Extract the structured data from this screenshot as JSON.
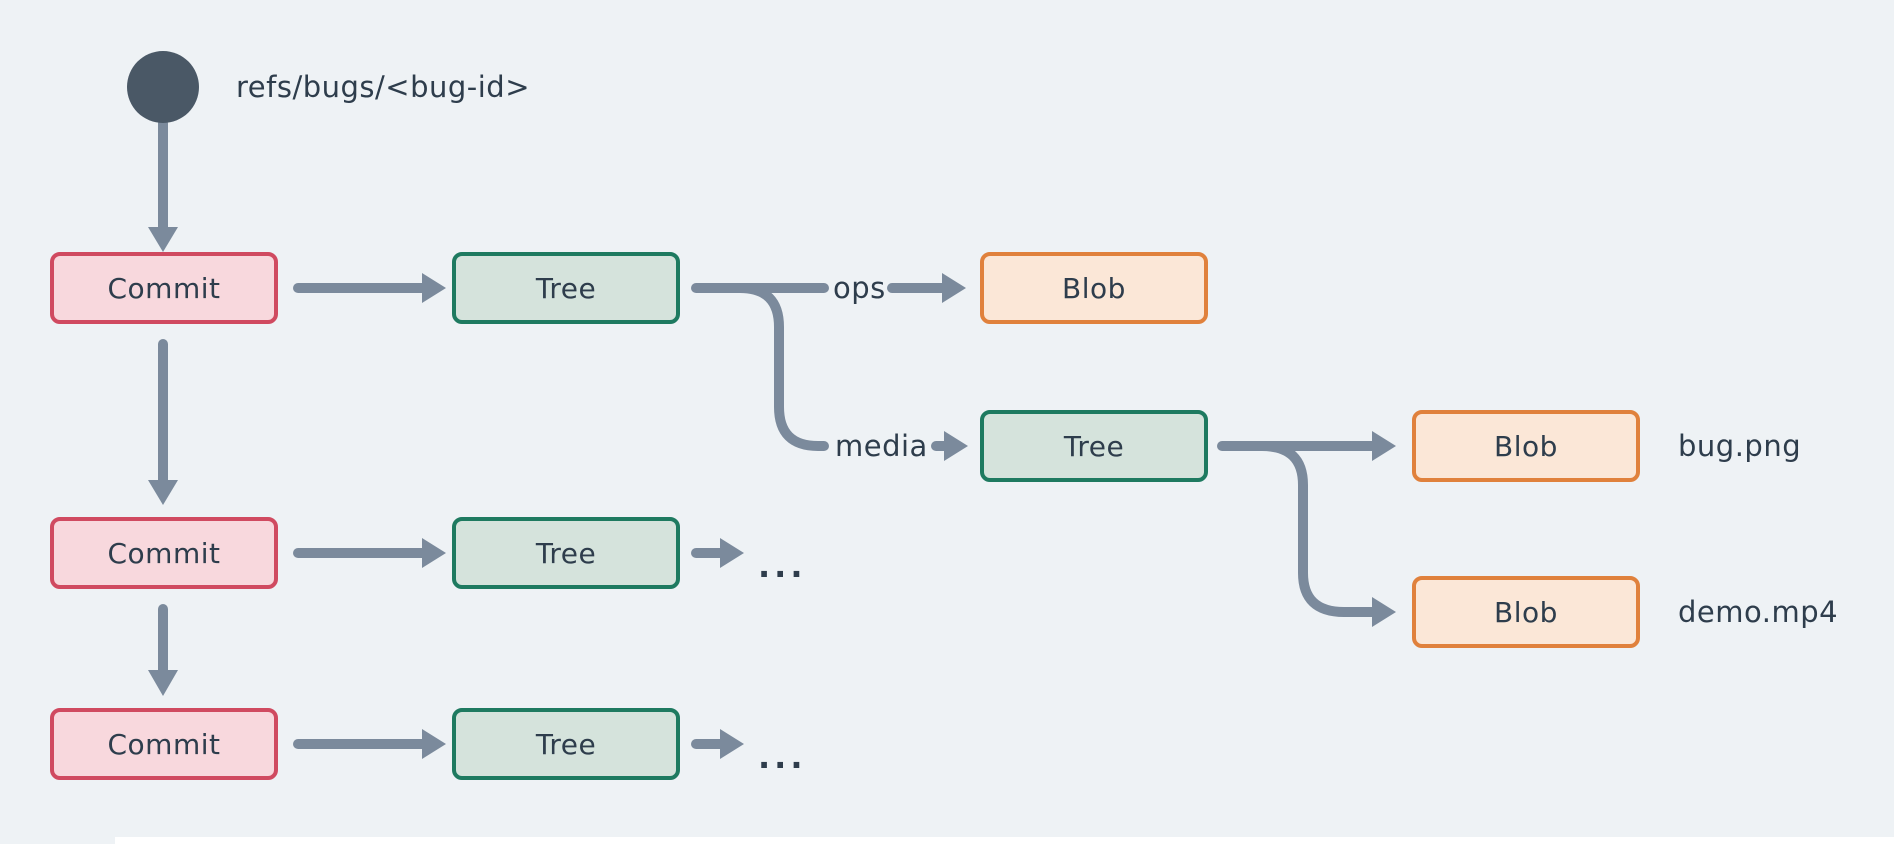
{
  "colors": {
    "background": "#eef2f5",
    "connector": "#7b8a9c",
    "ref_circle": "#4a5866",
    "text": "#2e3d4c",
    "commit_fill": "#f8d8dd",
    "commit_border": "#d04a60",
    "tree_fill": "#d5e3dc",
    "tree_border": "#1e7a60",
    "blob_fill": "#fbe7d7",
    "blob_border": "#e0813c"
  },
  "ref": {
    "label": "refs/bugs/<bug-id>"
  },
  "node_labels": {
    "commit": "Commit",
    "tree": "Tree",
    "blob": "Blob"
  },
  "edge_labels": {
    "ops": "ops",
    "media": "media"
  },
  "file_labels": {
    "bug": "bug.png",
    "demo": "demo.mp4"
  },
  "ellipsis": "..."
}
